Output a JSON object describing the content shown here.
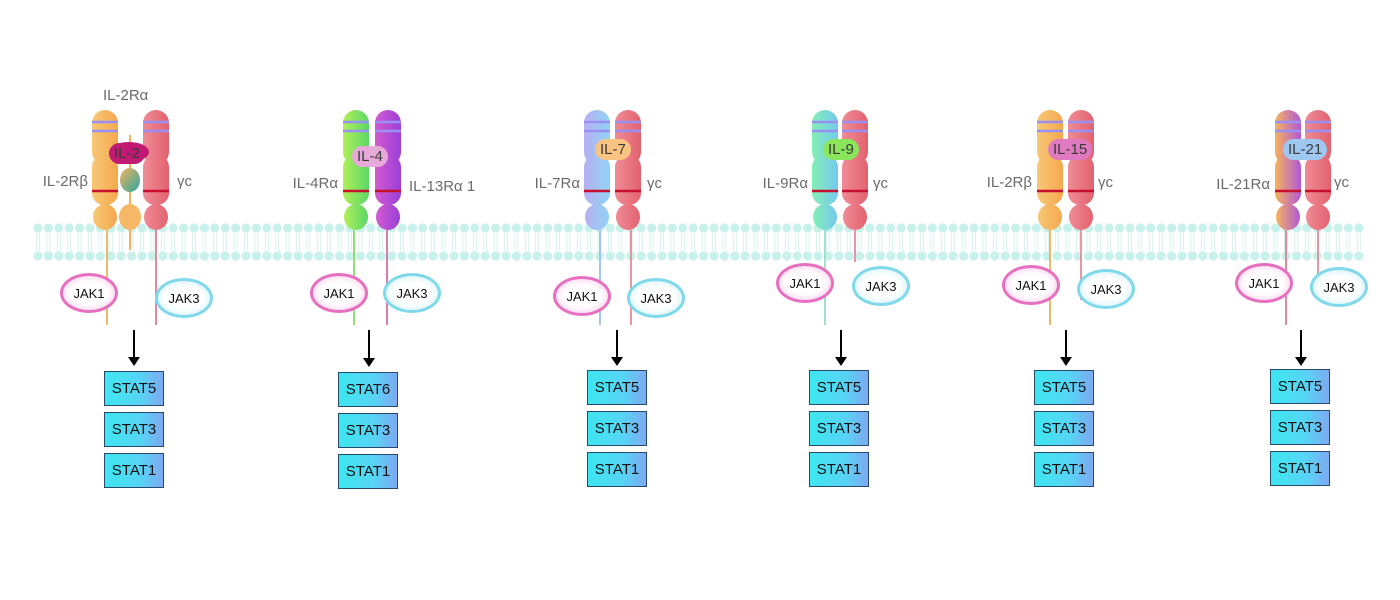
{
  "colors": {
    "membrane_head": "#c9f1ec",
    "receptor_orange": "#f6b25f",
    "receptor_red": "#e66d78",
    "receptor_green": "#84e05a",
    "receptor_purple": "#b44ad6",
    "receptor_blue": "#93c6f2",
    "receptor_teal": "#6fe3c8",
    "band_purple": "#9a8ff2",
    "band_red": "#c8102e",
    "jak1_border": "#e86fc0",
    "jak3_border": "#7fd9ea",
    "stat_fill": "#4fd8f4",
    "arrow": "#000000"
  },
  "pathways": [
    {
      "top_label": "IL-2Rα",
      "left_label": "IL-2Rβ",
      "right_label": "γc",
      "cytokine": "IL-2",
      "jak_left": "JAK1",
      "jak_right": "JAK3",
      "stats": [
        "STAT5",
        "STAT3",
        "STAT1"
      ]
    },
    {
      "top_label": "",
      "left_label": "IL-4Rα",
      "right_label": "IL-13Rα 1",
      "cytokine": "IL-4",
      "jak_left": "JAK1",
      "jak_right": "JAK3",
      "stats": [
        "STAT6",
        "STAT3",
        "STAT1"
      ]
    },
    {
      "top_label": "",
      "left_label": "IL-7Rα",
      "right_label": "γc",
      "cytokine": "IL-7",
      "jak_left": "JAK1",
      "jak_right": "JAK3",
      "stats": [
        "STAT5",
        "STAT3",
        "STAT1"
      ]
    },
    {
      "top_label": "",
      "left_label": "IL-9Rα",
      "right_label": "γc",
      "cytokine": "IL-9",
      "jak_left": "JAK1",
      "jak_right": "JAK3",
      "stats": [
        "STAT5",
        "STAT3",
        "STAT1"
      ]
    },
    {
      "top_label": "",
      "left_label": "IL-2Rβ",
      "right_label": "γc",
      "cytokine": "IL-15",
      "jak_left": "JAK1",
      "jak_right": "JAK3",
      "stats": [
        "STAT5",
        "STAT3",
        "STAT1"
      ]
    },
    {
      "top_label": "",
      "left_label": "IL-21Rα",
      "right_label": "γc",
      "cytokine": "IL-21",
      "jak_left": "JAK1",
      "jak_right": "JAK3",
      "stats": [
        "STAT5",
        "STAT3",
        "STAT1"
      ]
    }
  ]
}
